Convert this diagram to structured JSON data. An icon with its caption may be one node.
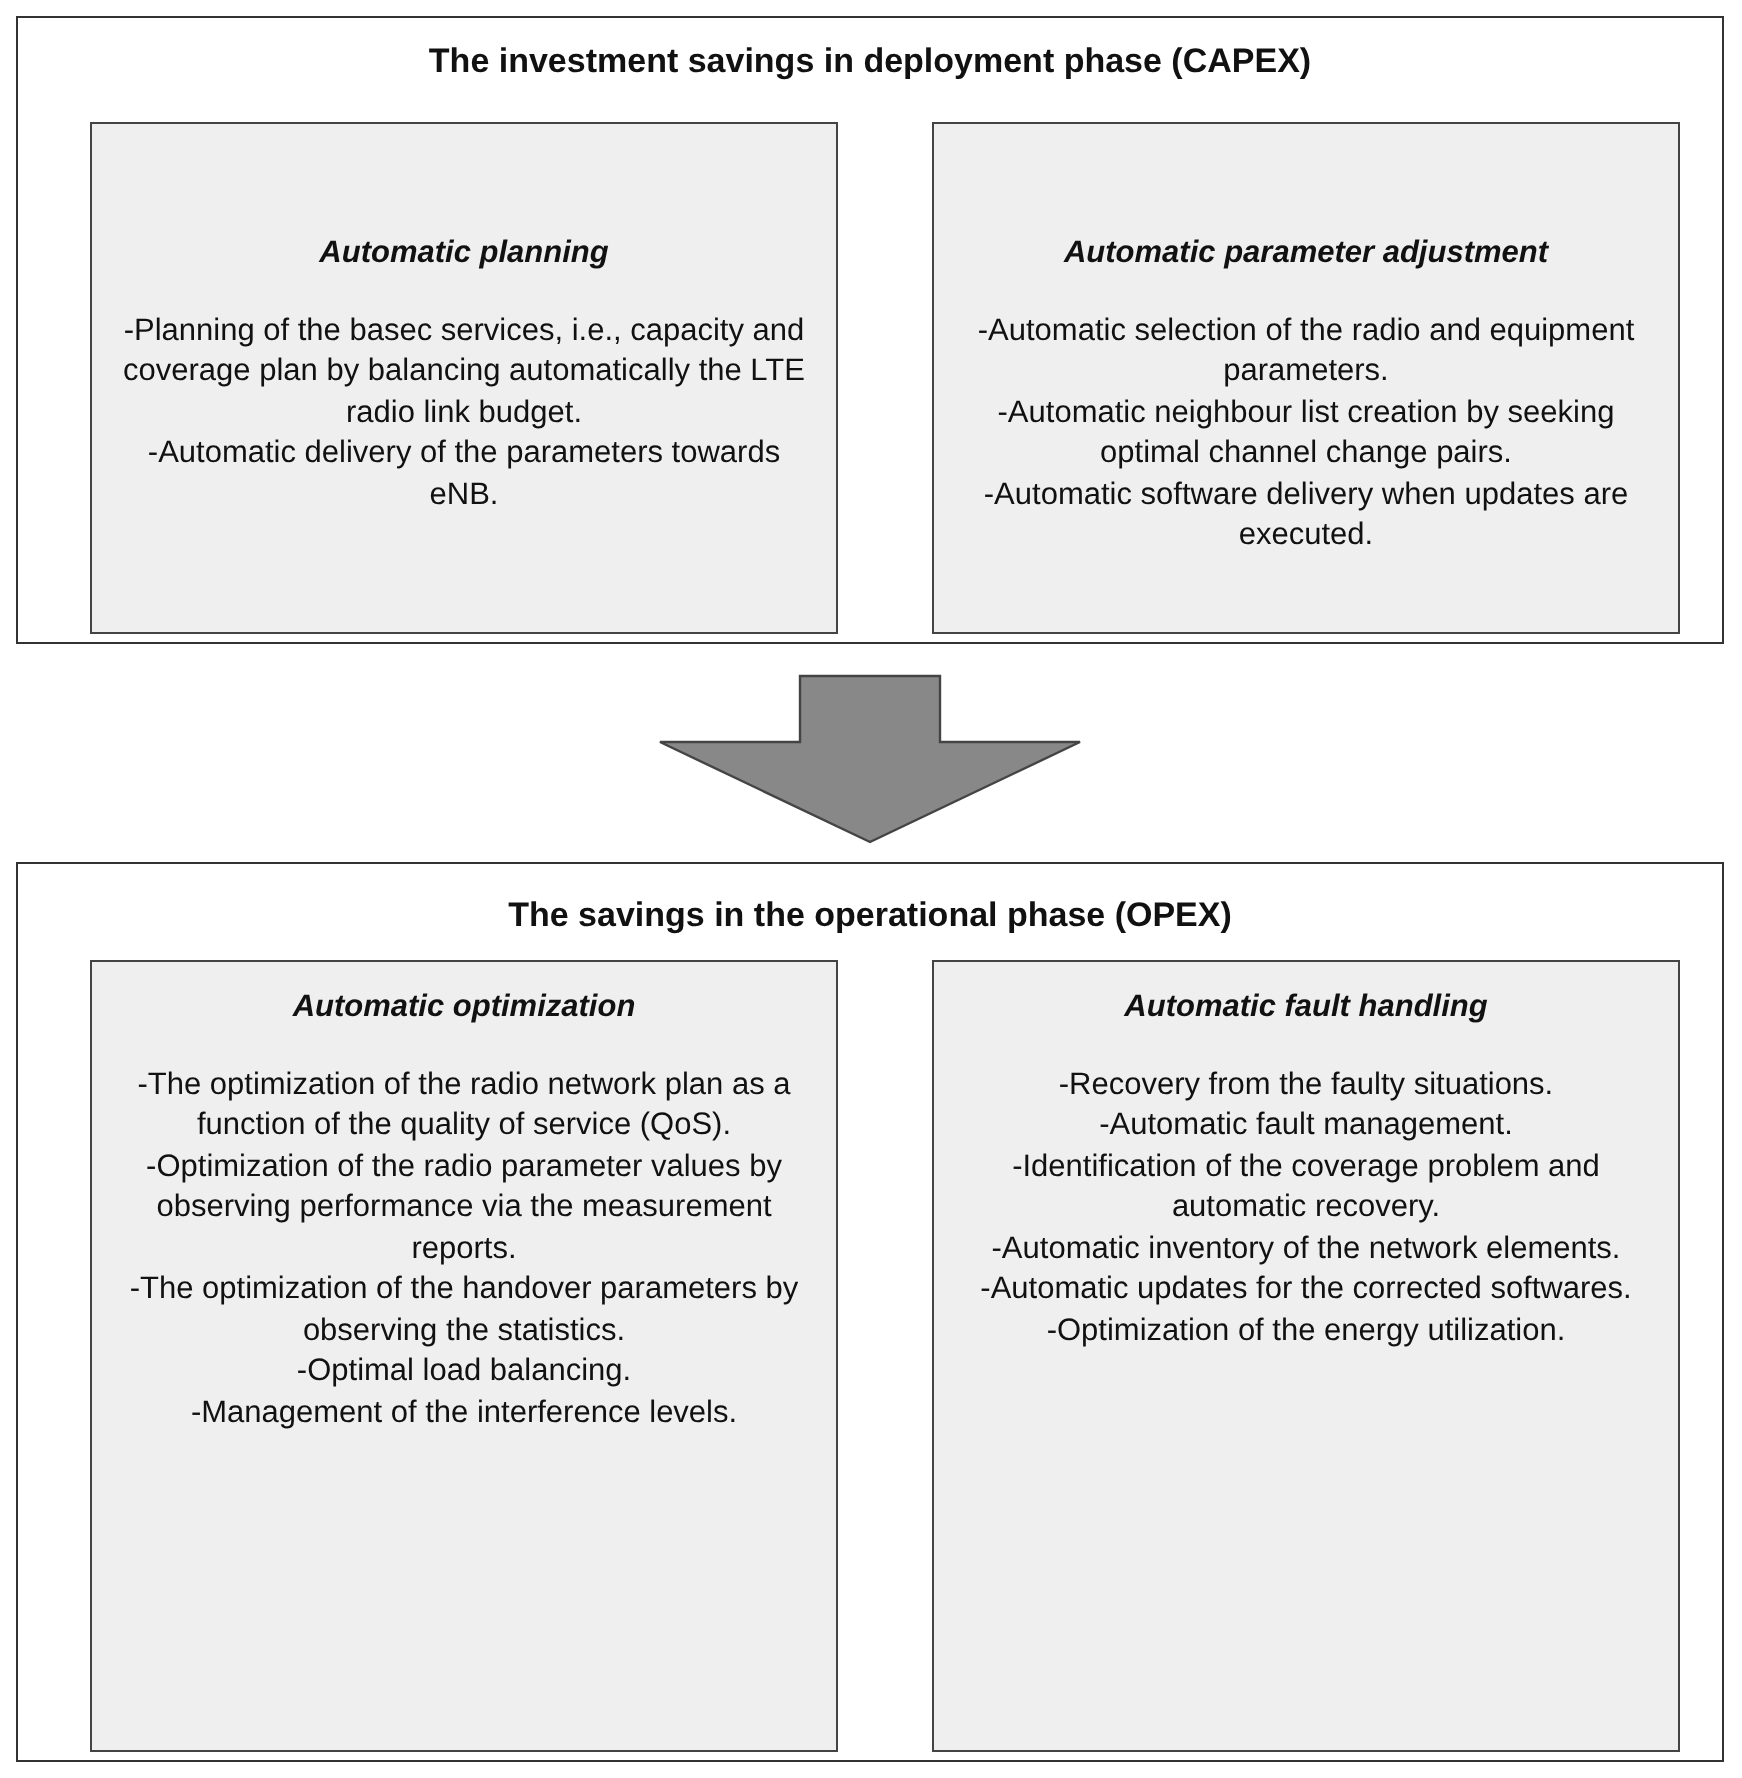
{
  "diagram": {
    "nodes": [
      {
        "text": [
          "The investment savings in deployment phase (CAPEX)"
        ]
      },
      {
        "text": [
          "Automatic planning",
          "-Planning of the basec services, i.e., capacity and coverage plan by balancing automatically the LTE radio link budget.",
          "-Automatic delivery of the parameters towards eNB."
        ],
        "in": 0
      },
      {
        "text": [
          "Automatic parameter adjustment",
          "-Automatic selection of the radio and equipment parameters.",
          "-Automatic neighbour list creation by seeking optimal channel change pairs.",
          "-Automatic software delivery when updates are executed."
        ],
        "in": 0
      },
      {
        "text": [
          "The savings in the operational phase (OPEX)"
        ]
      },
      {
        "text": [
          "Automatic optimization",
          "-The optimization of the radio network plan as a function of the quality of service (QoS).",
          "-Optimization of the radio parameter values by observing performance via the measurement reports.",
          "-The optimization of the handover parameters by observing the statistics.",
          "-Optimal load balancing.",
          "-Management of the interference levels."
        ],
        "in": 3
      },
      {
        "text": [
          "Automatic fault handling",
          "-Recovery from the faulty situations.",
          "-Automatic fault management.",
          "-Identification of the coverage problem and automatic recovery.",
          "-Automatic inventory of the network elements.",
          "-Automatic updates for the corrected softwares.",
          "-Optimization of the energy utilization."
        ],
        "in": 3
      }
    ],
    "edges": [
      {
        "from": 0,
        "to": 3,
        "arrow": "to"
      }
    ]
  }
}
